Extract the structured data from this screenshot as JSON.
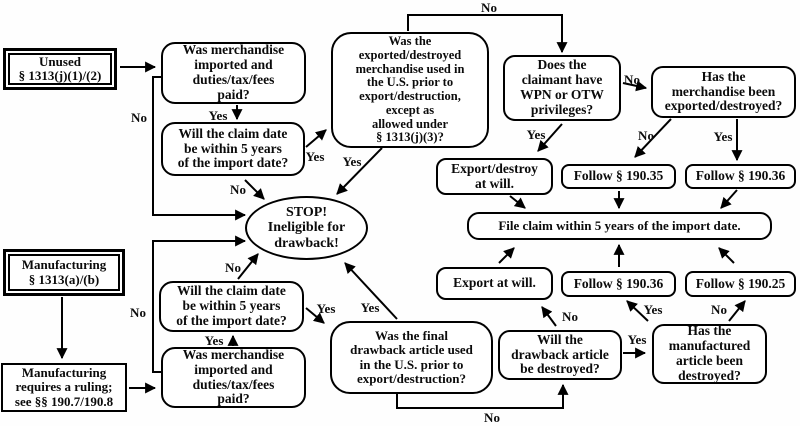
{
  "diagram": {
    "type": "flowchart",
    "topic": "Drawback eligibility under 19 U.S.C. § 1313"
  },
  "labels": {
    "yes": "Yes",
    "no": "No"
  },
  "colors": {
    "line": "#000000",
    "box_background": "#ffffff",
    "box_border": "#000000",
    "page_background": "#fefefe"
  },
  "nodes": {
    "unused_header": {
      "text": "Unused\n§ 1313(j)(1)/(2)"
    },
    "manufacturing_header": {
      "text": "Manufacturing\n§ 1313(a)/(b)"
    },
    "manufacturing_ruling": {
      "text": "Manufacturing\nrequires a ruling;\nsee §§ 190.7/190.8"
    },
    "was_merch_imported_top": {
      "text": "Was merchandise\nimported and\nduties/tax/fees\npaid?"
    },
    "claim_date_top": {
      "text": "Will the claim date\nbe within 5 years\nof the import date?"
    },
    "exported_destroyed_used": {
      "text": "Was the\nexported/destroyed\nmerchandise used in\nthe U.S. prior to\nexport/destruction,\nexcept as\nallowed under\n§ 1313(j)(3)?"
    },
    "wpn_otw_privileges": {
      "text": "Does the\nclaimant have\nWPN or OTW\nprivileges?"
    },
    "merch_exported_destroyed": {
      "text": "Has the\nmerchandise been\nexported/destroyed?"
    },
    "export_destroy_at_will": {
      "text": "Export/destroy\nat will."
    },
    "follow_190_35": {
      "text": "Follow § 190.35"
    },
    "follow_190_36_top": {
      "text": "Follow § 190.36"
    },
    "file_claim": {
      "text": "File claim within 5 years of the import date."
    },
    "export_at_will": {
      "text": "Export at will."
    },
    "follow_190_36_bottom": {
      "text": "Follow § 190.36"
    },
    "follow_190_25": {
      "text": "Follow § 190.25"
    },
    "stop": {
      "text": "STOP!\nIneligible for\ndrawback!"
    },
    "claim_date_bottom": {
      "text": "Will the claim date\nbe within 5 years\nof the import date?"
    },
    "was_merch_imported_bottom": {
      "text": "Was merchandise\nimported and\nduties/tax/fees\npaid?"
    },
    "final_article_used": {
      "text": "Was the final\ndrawback article used\nin the U.S. prior to\nexport/destruction?"
    },
    "drawback_article_destroyed": {
      "text": "Will the\ndrawback article\nbe destroyed?"
    },
    "manufactured_article_destroyed": {
      "text": "Has the\nmanufactured\narticle been\ndestroyed?"
    }
  }
}
